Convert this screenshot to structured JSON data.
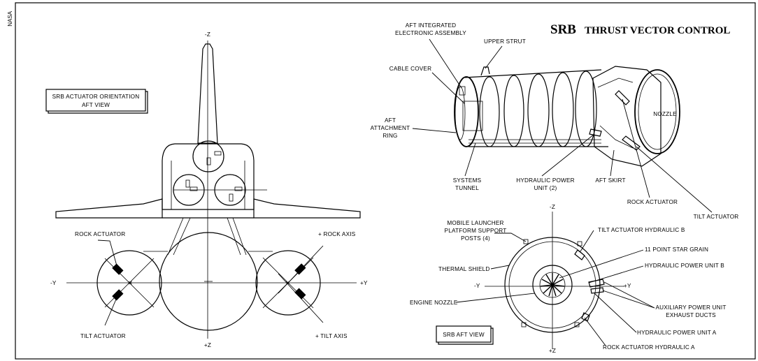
{
  "side_credit": "NASA",
  "title": {
    "main": "SRB",
    "rest": "THRUST VECTOR CONTROL"
  },
  "orbiter_view": {
    "box_line1": "SRB ACTUATOR ORIENTATION",
    "box_line2": "AFT VIEW",
    "axis_neg_z": "-Z",
    "axis_pos_z": "+Z",
    "axis_neg_y": "-Y",
    "axis_pos_y": "+Y",
    "rock_actuator": "ROCK ACTUATOR",
    "tilt_actuator": "TILT ACTUATOR",
    "rock_axis": "+ ROCK AXIS",
    "tilt_axis": "+ TILT AXIS"
  },
  "srb_side_view": {
    "aft_integrated_line1": "AFT INTEGRATED",
    "aft_integrated_line2": "ELECTRONIC ASSEMBLY",
    "upper_strut": "UPPER STRUT",
    "cable_cover": "CABLE COVER",
    "aft_attach_line1": "AFT",
    "aft_attach_line2": "ATTACHMENT",
    "aft_attach_line3": "RING",
    "systems_tunnel_line1": "SYSTEMS",
    "systems_tunnel_line2": "TUNNEL",
    "hpu_line1": "HYDRAULIC POWER",
    "hpu_line2": "UNIT (2)",
    "aft_skirt": "AFT SKIRT",
    "nozzle": "NOZZLE",
    "rock_actuator": "ROCK ACTUATOR",
    "tilt_actuator": "TILT ACTUATOR"
  },
  "srb_aft_view": {
    "axis_neg_z": "-Z",
    "axis_pos_z": "+Z",
    "axis_neg_y": "-Y",
    "axis_pos_y": "+Y",
    "mlp_line1": "MOBILE LAUNCHER",
    "mlp_line2": "PLATFORM SUPPORT",
    "mlp_line3": "POSTS (4)",
    "tilt_hyd_b": "TILT ACTUATOR HYDRAULIC B",
    "star_grain": "11 POINT STAR GRAIN",
    "hpu_b": "HYDRAULIC POWER UNIT B",
    "thermal_shield": "THERMAL SHIELD",
    "apu_line1": "AUXILIARY POWER UNIT",
    "apu_line2": "EXHAUST DUCTS",
    "engine_nozzle": "ENGINE NOZZLE",
    "hpu_a": "HYDRAULIC POWER UNIT A",
    "rock_hyd_a": "ROCK ACTUATOR HYDRAULIC A",
    "box_label": "SRB AFT VIEW"
  }
}
